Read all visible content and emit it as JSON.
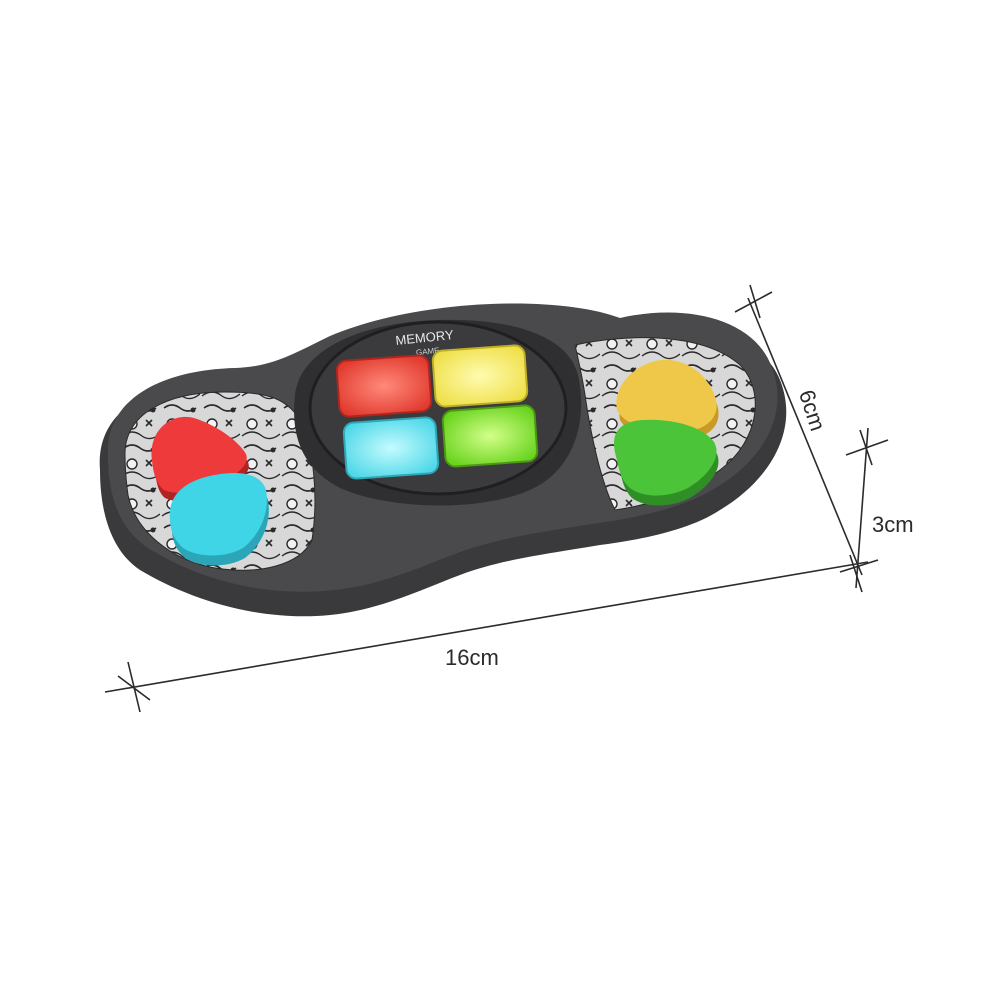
{
  "product": {
    "logo_line1": "MEMORY",
    "logo_line2": "GAME",
    "body_color": "#4a4a4c",
    "shell_color": "#363638",
    "center_buttons": [
      {
        "name": "red",
        "color": "#f0493e"
      },
      {
        "name": "yellow",
        "color": "#f4ea57"
      },
      {
        "name": "cyan",
        "color": "#5fe3ef"
      },
      {
        "name": "green",
        "color": "#7de32a"
      }
    ],
    "side_buttons": [
      {
        "name": "left-red",
        "color": "#ee3a3a"
      },
      {
        "name": "left-cyan",
        "color": "#3fd4e6"
      },
      {
        "name": "right-yellow",
        "color": "#efc84a"
      },
      {
        "name": "right-green",
        "color": "#4bc43a"
      }
    ]
  },
  "dimensions": {
    "length": "16cm",
    "width": "6cm",
    "height": "3cm"
  }
}
